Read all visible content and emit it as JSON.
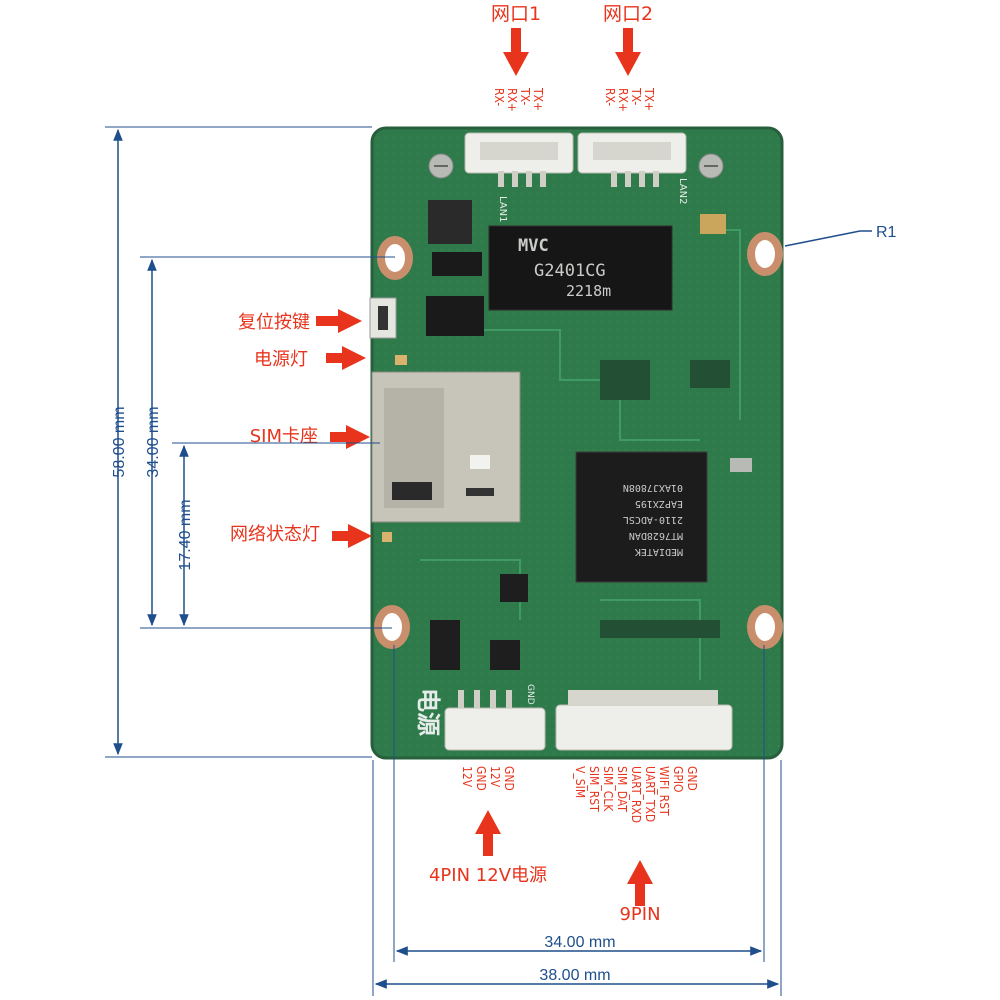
{
  "ports": {
    "lan1": {
      "title": "网口1",
      "pins": [
        "RX-",
        "RX+",
        "TX-",
        "TX+"
      ]
    },
    "lan2": {
      "title": "网口2",
      "pins": [
        "RX-",
        "RX+",
        "TX-",
        "TX+"
      ]
    }
  },
  "labels": {
    "reset": "复位按键",
    "power_led": "电源灯",
    "sim_slot": "SIM卡座",
    "net_led": "网络状态灯",
    "r1": "R1",
    "power_conn": "4PIN 12V电源",
    "pin9": "9PIN"
  },
  "dimensions": {
    "height_total": "58.00 mm",
    "height_mid": "34.00 mm",
    "height_small": "17.40 mm",
    "width_inner": "34.00 mm",
    "width_total": "38.00 mm"
  },
  "power_pins": [
    "12V",
    "GND",
    "12V",
    "GND"
  ],
  "pin9_pins": [
    "V_SIM",
    "SIM_RST",
    "SIM_CLK",
    "SIM_DAT",
    "UART_RXD",
    "UART_TXD",
    "WIFI_RST",
    "GPIO",
    "GND"
  ],
  "board": {
    "transformer_brand": "MVC",
    "transformer_model": "G2401CG",
    "transformer_date": "2218m",
    "soc_lines": [
      "MEDIATEK",
      "MT7628DAN",
      "2110-ADCSL",
      "EAPZX195",
      "01AXJ7808N"
    ],
    "silk_power": "电源",
    "lan_silk_1": "LAN1",
    "lan_silk_2": "LAN2",
    "gnd_silk": "GND"
  },
  "colors": {
    "accent_red": "#e8341c",
    "dimension_blue": "#1f4e8c",
    "pcb_green": "#2f7a4a"
  }
}
